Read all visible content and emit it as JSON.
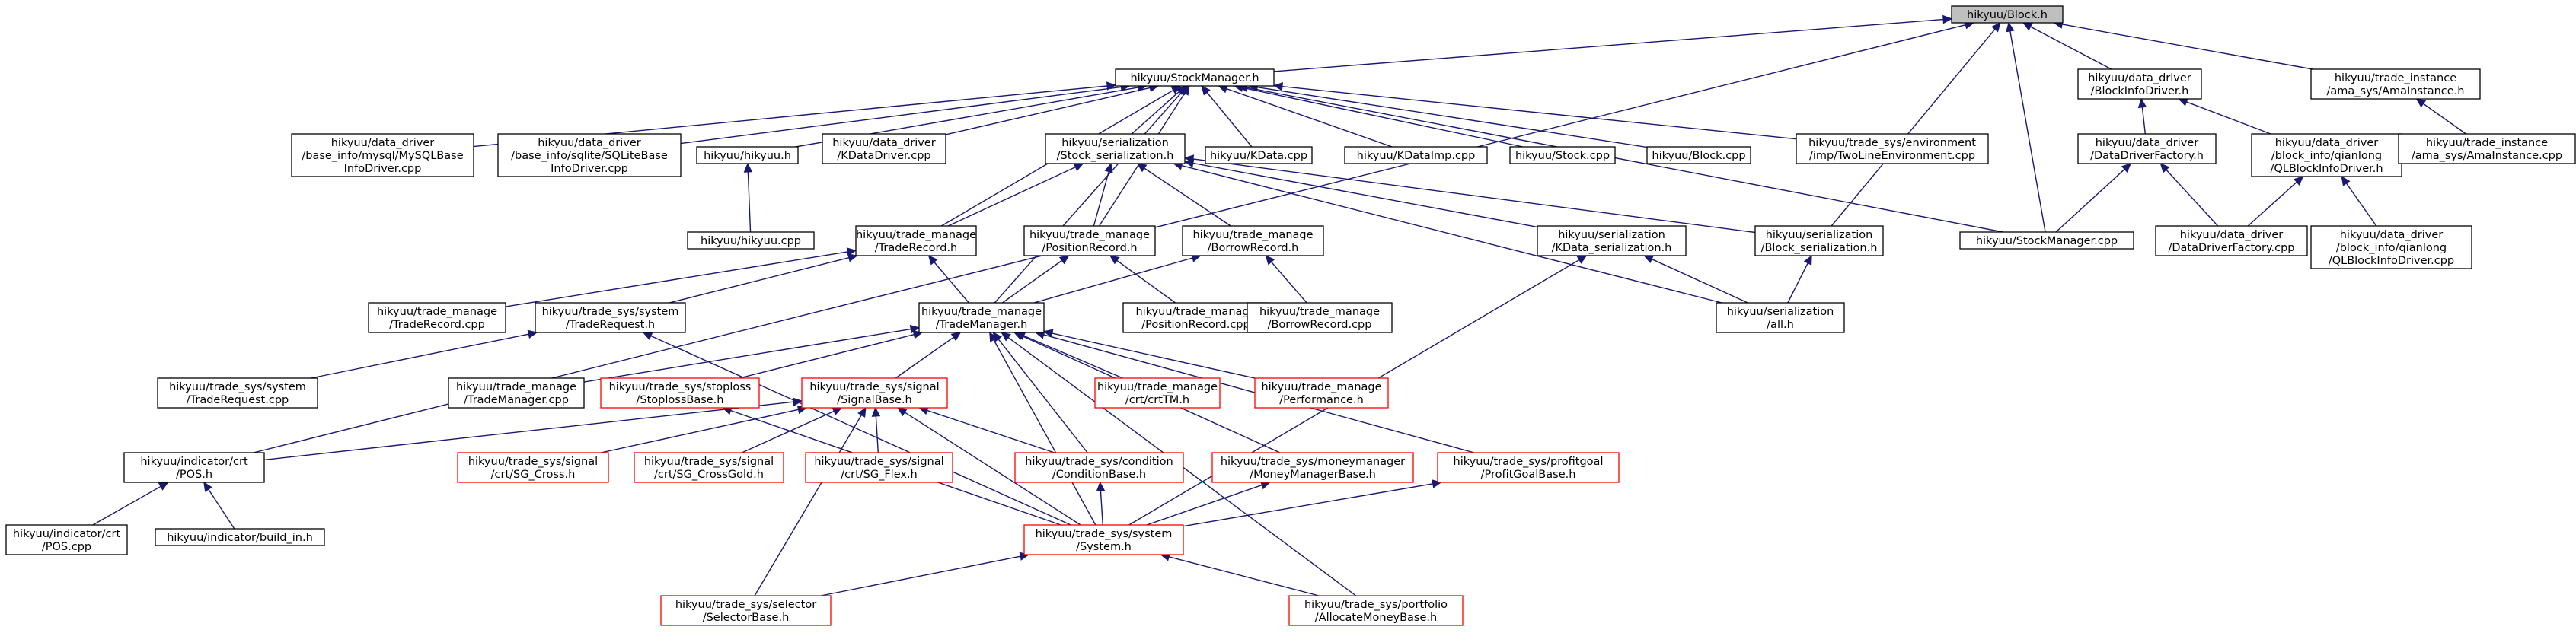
{
  "colors": {
    "edge": "#191970",
    "box_border_default": "#000000",
    "box_border_truncated": "#ff0000",
    "root_fill": "#bfbfbf",
    "box_fill": "#ffffff"
  },
  "nodes": [
    {
      "id": "block_h",
      "lines": [
        "hikyuu/Block.h"
      ],
      "style": "root"
    },
    {
      "id": "stockmanager_h",
      "lines": [
        "hikyuu/StockManager.h"
      ],
      "style": "normal"
    },
    {
      "id": "blockinfodriver_h",
      "lines": [
        "hikyuu/data_driver",
        "/BlockInfoDriver.h"
      ],
      "style": "normal"
    },
    {
      "id": "amainstance_h",
      "lines": [
        "hikyuu/trade_instance",
        "/ama_sys/AmaInstance.h"
      ],
      "style": "normal"
    },
    {
      "id": "mysqlbase_cpp",
      "lines": [
        "hikyuu/data_driver",
        "/base_info/mysql/MySQLBase",
        "InfoDriver.cpp"
      ],
      "style": "normal"
    },
    {
      "id": "sqlitebase_cpp",
      "lines": [
        "hikyuu/data_driver",
        "/base_info/sqlite/SQLiteBase",
        "InfoDriver.cpp"
      ],
      "style": "normal"
    },
    {
      "id": "hikyuu_h",
      "lines": [
        "hikyuu/hikyuu.h"
      ],
      "style": "normal"
    },
    {
      "id": "kdatadriver_cpp",
      "lines": [
        "hikyuu/data_driver",
        "/KDataDriver.cpp"
      ],
      "style": "normal"
    },
    {
      "id": "stock_serialization_h",
      "lines": [
        "hikyuu/serialization",
        "/Stock_serialization.h"
      ],
      "style": "normal"
    },
    {
      "id": "kdata_cpp",
      "lines": [
        "hikyuu/KData.cpp"
      ],
      "style": "normal"
    },
    {
      "id": "kdataimp_cpp",
      "lines": [
        "hikyuu/KDataImp.cpp"
      ],
      "style": "normal"
    },
    {
      "id": "stock_cpp",
      "lines": [
        "hikyuu/Stock.cpp"
      ],
      "style": "normal"
    },
    {
      "id": "block_cpp",
      "lines": [
        "hikyuu/Block.cpp"
      ],
      "style": "normal"
    },
    {
      "id": "twoline_cpp",
      "lines": [
        "hikyuu/trade_sys/environment",
        "/imp/TwoLineEnvironment.cpp"
      ],
      "style": "normal"
    },
    {
      "id": "datadriverfactory_h",
      "lines": [
        "hikyuu/data_driver",
        "/DataDriverFactory.h"
      ],
      "style": "normal"
    },
    {
      "id": "qlblockinfodriver_h",
      "lines": [
        "hikyuu/data_driver",
        "/block_info/qianlong",
        "/QLBlockInfoDriver.h"
      ],
      "style": "normal"
    },
    {
      "id": "amainstance_cpp",
      "lines": [
        "hikyuu/trade_instance",
        "/ama_sys/AmaInstance.cpp"
      ],
      "style": "normal"
    },
    {
      "id": "hikyuu_cpp",
      "lines": [
        "hikyuu/hikyuu.cpp"
      ],
      "style": "normal"
    },
    {
      "id": "traderecord_h",
      "lines": [
        "hikyuu/trade_manage",
        "/TradeRecord.h"
      ],
      "style": "normal"
    },
    {
      "id": "positionrecord_h",
      "lines": [
        "hikyuu/trade_manage",
        "/PositionRecord.h"
      ],
      "style": "normal"
    },
    {
      "id": "borrowrecord_h",
      "lines": [
        "hikyuu/trade_manage",
        "/BorrowRecord.h"
      ],
      "style": "normal"
    },
    {
      "id": "kdata_serialization_h",
      "lines": [
        "hikyuu/serialization",
        "/KData_serialization.h"
      ],
      "style": "normal"
    },
    {
      "id": "block_serialization_h",
      "lines": [
        "hikyuu/serialization",
        "/Block_serialization.h"
      ],
      "style": "normal"
    },
    {
      "id": "stockmanager_cpp",
      "lines": [
        "hikyuu/StockManager.cpp"
      ],
      "style": "normal"
    },
    {
      "id": "datadriverfactory_cpp",
      "lines": [
        "hikyuu/data_driver",
        "/DataDriverFactory.cpp"
      ],
      "style": "normal"
    },
    {
      "id": "qlblockinfodriver_cpp",
      "lines": [
        "hikyuu/data_driver",
        "/block_info/qianlong",
        "/QLBlockInfoDriver.cpp"
      ],
      "style": "normal"
    },
    {
      "id": "traderecord_cpp",
      "lines": [
        "hikyuu/trade_manage",
        "/TradeRecord.cpp"
      ],
      "style": "normal"
    },
    {
      "id": "traderequest_h",
      "lines": [
        "hikyuu/trade_sys/system",
        "/TradeRequest.h"
      ],
      "style": "normal"
    },
    {
      "id": "trademanager_h",
      "lines": [
        "hikyuu/trade_manage",
        "/TradeManager.h"
      ],
      "style": "normal"
    },
    {
      "id": "positionrecord_cpp",
      "lines": [
        "hikyuu/trade_manage",
        "/PositionRecord.cpp"
      ],
      "style": "normal"
    },
    {
      "id": "borrowrecord_cpp",
      "lines": [
        "hikyuu/trade_manage",
        "/BorrowRecord.cpp"
      ],
      "style": "normal"
    },
    {
      "id": "all_h",
      "lines": [
        "hikyuu/serialization",
        "/all.h"
      ],
      "style": "normal"
    },
    {
      "id": "traderequest_cpp",
      "lines": [
        "hikyuu/trade_sys/system",
        "/TradeRequest.cpp"
      ],
      "style": "normal"
    },
    {
      "id": "trademanager_cpp",
      "lines": [
        "hikyuu/trade_manage",
        "/TradeManager.cpp"
      ],
      "style": "normal"
    },
    {
      "id": "stoplossbase_h",
      "lines": [
        "hikyuu/trade_sys/stoploss",
        "/StoplossBase.h"
      ],
      "style": "truncated"
    },
    {
      "id": "signalbase_h",
      "lines": [
        "hikyuu/trade_sys/signal",
        "/SignalBase.h"
      ],
      "style": "truncated"
    },
    {
      "id": "crttm_h",
      "lines": [
        "hikyuu/trade_manage",
        "/crt/crtTM.h"
      ],
      "style": "truncated"
    },
    {
      "id": "performance_h",
      "lines": [
        "hikyuu/trade_manage",
        "/Performance.h"
      ],
      "style": "truncated"
    },
    {
      "id": "pos_h",
      "lines": [
        "hikyuu/indicator/crt",
        "/POS.h"
      ],
      "style": "normal"
    },
    {
      "id": "sg_cross_h",
      "lines": [
        "hikyuu/trade_sys/signal",
        "/crt/SG_Cross.h"
      ],
      "style": "truncated"
    },
    {
      "id": "sg_crossgold_h",
      "lines": [
        "hikyuu/trade_sys/signal",
        "/crt/SG_CrossGold.h"
      ],
      "style": "truncated"
    },
    {
      "id": "sg_flex_h",
      "lines": [
        "hikyuu/trade_sys/signal",
        "/crt/SG_Flex.h"
      ],
      "style": "truncated"
    },
    {
      "id": "conditionbase_h",
      "lines": [
        "hikyuu/trade_sys/condition",
        "/ConditionBase.h"
      ],
      "style": "truncated"
    },
    {
      "id": "moneymanagerbase_h",
      "lines": [
        "hikyuu/trade_sys/moneymanager",
        "/MoneyManagerBase.h"
      ],
      "style": "truncated"
    },
    {
      "id": "profitgoalbase_h",
      "lines": [
        "hikyuu/trade_sys/profitgoal",
        "/ProfitGoalBase.h"
      ],
      "style": "truncated"
    },
    {
      "id": "pos_cpp",
      "lines": [
        "hikyuu/indicator/crt",
        "/POS.cpp"
      ],
      "style": "normal"
    },
    {
      "id": "build_in_h",
      "lines": [
        "hikyuu/indicator/build_in.h"
      ],
      "style": "normal"
    },
    {
      "id": "system_h",
      "lines": [
        "hikyuu/trade_sys/system",
        "/System.h"
      ],
      "style": "truncated"
    },
    {
      "id": "selectorbase_h",
      "lines": [
        "hikyuu/trade_sys/selector",
        "/SelectorBase.h"
      ],
      "style": "truncated"
    },
    {
      "id": "allocatemoneybase_h",
      "lines": [
        "hikyuu/trade_sys/portfolio",
        "/AllocateMoneyBase.h"
      ],
      "style": "truncated"
    }
  ],
  "edges": [
    [
      "block_h",
      "stockmanager_h"
    ],
    [
      "block_h",
      "blockinfodriver_h"
    ],
    [
      "block_h",
      "amainstance_h"
    ],
    [
      "block_h",
      "pos_h"
    ],
    [
      "block_h",
      "block_serialization_h"
    ],
    [
      "block_h",
      "stockmanager_cpp"
    ],
    [
      "stockmanager_h",
      "mysqlbase_cpp"
    ],
    [
      "stockmanager_h",
      "sqlitebase_cpp"
    ],
    [
      "stockmanager_h",
      "hikyuu_h"
    ],
    [
      "stockmanager_h",
      "kdatadriver_cpp"
    ],
    [
      "stockmanager_h",
      "stock_serialization_h"
    ],
    [
      "stockmanager_h",
      "kdata_cpp"
    ],
    [
      "stockmanager_h",
      "kdataimp_cpp"
    ],
    [
      "stockmanager_h",
      "stock_cpp"
    ],
    [
      "stockmanager_h",
      "block_cpp"
    ],
    [
      "stockmanager_h",
      "twoline_cpp"
    ],
    [
      "stockmanager_h",
      "stockmanager_cpp"
    ],
    [
      "stockmanager_h",
      "traderecord_h"
    ],
    [
      "stockmanager_h",
      "positionrecord_h"
    ],
    [
      "stockmanager_h",
      "trademanager_h"
    ],
    [
      "blockinfodriver_h",
      "datadriverfactory_h"
    ],
    [
      "blockinfodriver_h",
      "qlblockinfodriver_h"
    ],
    [
      "amainstance_h",
      "amainstance_cpp"
    ],
    [
      "hikyuu_h",
      "hikyuu_cpp"
    ],
    [
      "stock_serialization_h",
      "traderecord_h"
    ],
    [
      "stock_serialization_h",
      "positionrecord_h"
    ],
    [
      "stock_serialization_h",
      "borrowrecord_h"
    ],
    [
      "stock_serialization_h",
      "kdata_serialization_h"
    ],
    [
      "stock_serialization_h",
      "block_serialization_h"
    ],
    [
      "stock_serialization_h",
      "all_h"
    ],
    [
      "datadriverfactory_h",
      "stockmanager_cpp"
    ],
    [
      "datadriverfactory_h",
      "datadriverfactory_cpp"
    ],
    [
      "qlblockinfodriver_h",
      "datadriverfactory_cpp"
    ],
    [
      "qlblockinfodriver_h",
      "qlblockinfodriver_cpp"
    ],
    [
      "traderecord_h",
      "traderecord_cpp"
    ],
    [
      "traderecord_h",
      "traderequest_h"
    ],
    [
      "traderecord_h",
      "trademanager_h"
    ],
    [
      "positionrecord_h",
      "trademanager_h"
    ],
    [
      "positionrecord_h",
      "positionrecord_cpp"
    ],
    [
      "borrowrecord_h",
      "trademanager_h"
    ],
    [
      "borrowrecord_h",
      "borrowrecord_cpp"
    ],
    [
      "kdata_serialization_h",
      "all_h"
    ],
    [
      "kdata_serialization_h",
      "system_h"
    ],
    [
      "block_serialization_h",
      "all_h"
    ],
    [
      "traderequest_h",
      "traderequest_cpp"
    ],
    [
      "traderequest_h",
      "system_h"
    ],
    [
      "trademanager_h",
      "trademanager_cpp"
    ],
    [
      "trademanager_h",
      "stoplossbase_h"
    ],
    [
      "trademanager_h",
      "signalbase_h"
    ],
    [
      "trademanager_h",
      "crttm_h"
    ],
    [
      "trademanager_h",
      "performance_h"
    ],
    [
      "trademanager_h",
      "conditionbase_h"
    ],
    [
      "trademanager_h",
      "moneymanagerbase_h"
    ],
    [
      "trademanager_h",
      "profitgoalbase_h"
    ],
    [
      "trademanager_h",
      "system_h"
    ],
    [
      "trademanager_h",
      "allocatemoneybase_h"
    ],
    [
      "stoplossbase_h",
      "system_h"
    ],
    [
      "signalbase_h",
      "pos_h"
    ],
    [
      "signalbase_h",
      "sg_cross_h"
    ],
    [
      "signalbase_h",
      "sg_crossgold_h"
    ],
    [
      "signalbase_h",
      "sg_flex_h"
    ],
    [
      "signalbase_h",
      "conditionbase_h"
    ],
    [
      "signalbase_h",
      "system_h"
    ],
    [
      "signalbase_h",
      "selectorbase_h"
    ],
    [
      "pos_h",
      "pos_cpp"
    ],
    [
      "pos_h",
      "build_in_h"
    ],
    [
      "conditionbase_h",
      "system_h"
    ],
    [
      "moneymanagerbase_h",
      "system_h"
    ],
    [
      "profitgoalbase_h",
      "system_h"
    ],
    [
      "system_h",
      "selectorbase_h"
    ],
    [
      "system_h",
      "allocatemoneybase_h"
    ]
  ]
}
